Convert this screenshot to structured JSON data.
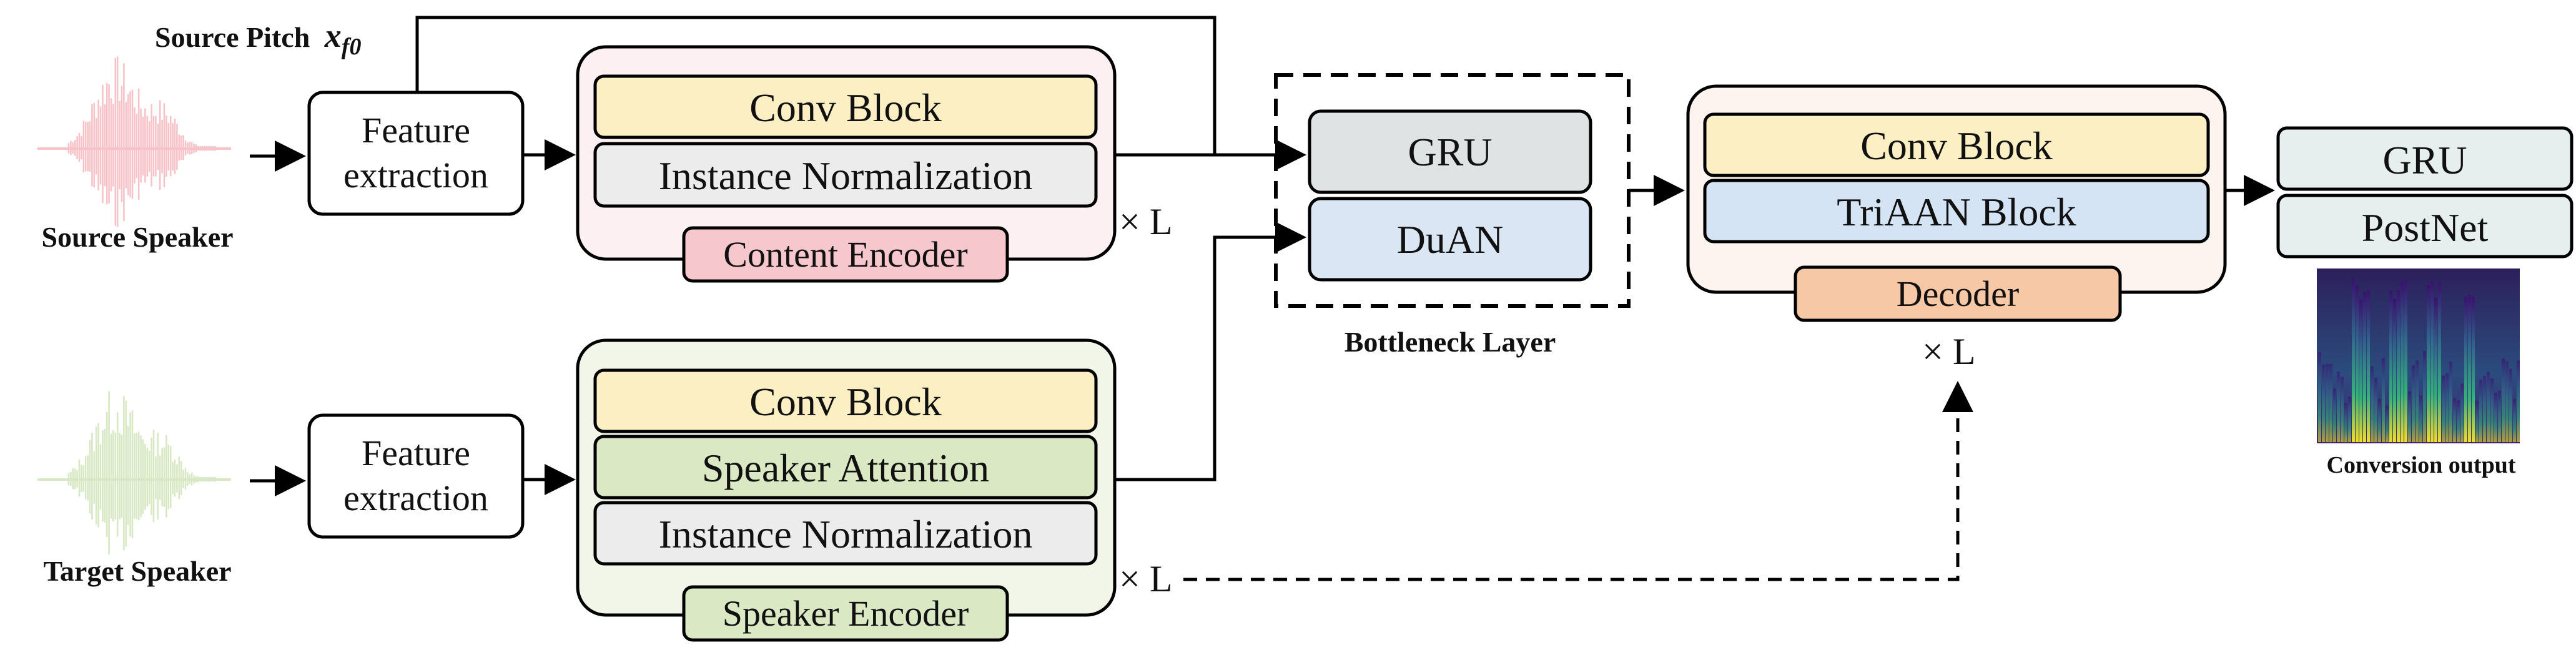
{
  "source": {
    "pitch_label": "Source Pitch",
    "pitch_symbol": "x",
    "pitch_subscript": "f0",
    "speaker_label": "Source Speaker"
  },
  "target": {
    "speaker_label": "Target Speaker"
  },
  "feature_extraction": {
    "line1": "Feature",
    "line2": "extraction"
  },
  "content_encoder": {
    "title": "Content Encoder",
    "layers": [
      "Conv Block",
      "Instance Normalization"
    ],
    "repeat": "× L"
  },
  "speaker_encoder": {
    "title": "Speaker Encoder",
    "layers": [
      "Conv Block",
      "Speaker Attention",
      "Instance Normalization"
    ],
    "repeat": "× L"
  },
  "bottleneck": {
    "title": "Bottleneck Layer",
    "layers": [
      "GRU",
      "DuAN"
    ]
  },
  "decoder": {
    "title": "Decoder",
    "layers": [
      "Conv Block",
      "TriAAN Block"
    ],
    "repeat": "× L"
  },
  "output": {
    "layers": [
      "GRU",
      "PostNet"
    ],
    "label": "Conversion output"
  },
  "colors": {
    "source_wave": "#f7c3c9",
    "target_wave": "#d8e8c4",
    "conv_block": "#fcefc4",
    "instance_norm": "#ececec",
    "speaker_attention": "#dbe8c4",
    "content_bg": "#fdf0f2",
    "content_title": "#f7c7ce",
    "speaker_bg": "#f1f6e9",
    "speaker_title": "#dbe8c4",
    "gru_gray": "#dfe3e3",
    "duan_blue": "#dae6f3",
    "triaan_blue": "#d5e4f4",
    "decoder_bg": "#fdf4ef",
    "decoder_title": "#f6c8a6"
  }
}
